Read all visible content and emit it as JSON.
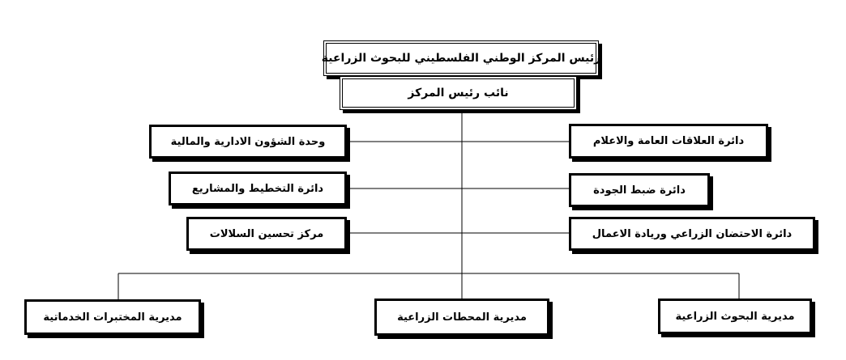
{
  "org_chart": {
    "president": "رئيس المركز الوطني الفلسطيني للبحوث الزراعية",
    "vice_president": "نائب رئيس المركز",
    "left_units": {
      "admin_finance": "وحدة  الشؤون الادارية والمالية",
      "planning_projects": "دائرة التخطيط والمشاريع",
      "breed_improvement": "مركز تحسين السلالات"
    },
    "right_units": {
      "public_relations": "دائرة العلاقات العامة والاعلام",
      "quality_control": "دائرة ضبط الجودة",
      "agri_incubation": "دائرة الاحتضان الزراعي وريادة الاعمال"
    },
    "directorates": {
      "service_labs": "مديرية المختبرات الخدماتية",
      "agri_stations": "مديرية المحطات الزراعية",
      "agri_research": "مديرية البحوث الزراعية"
    }
  }
}
